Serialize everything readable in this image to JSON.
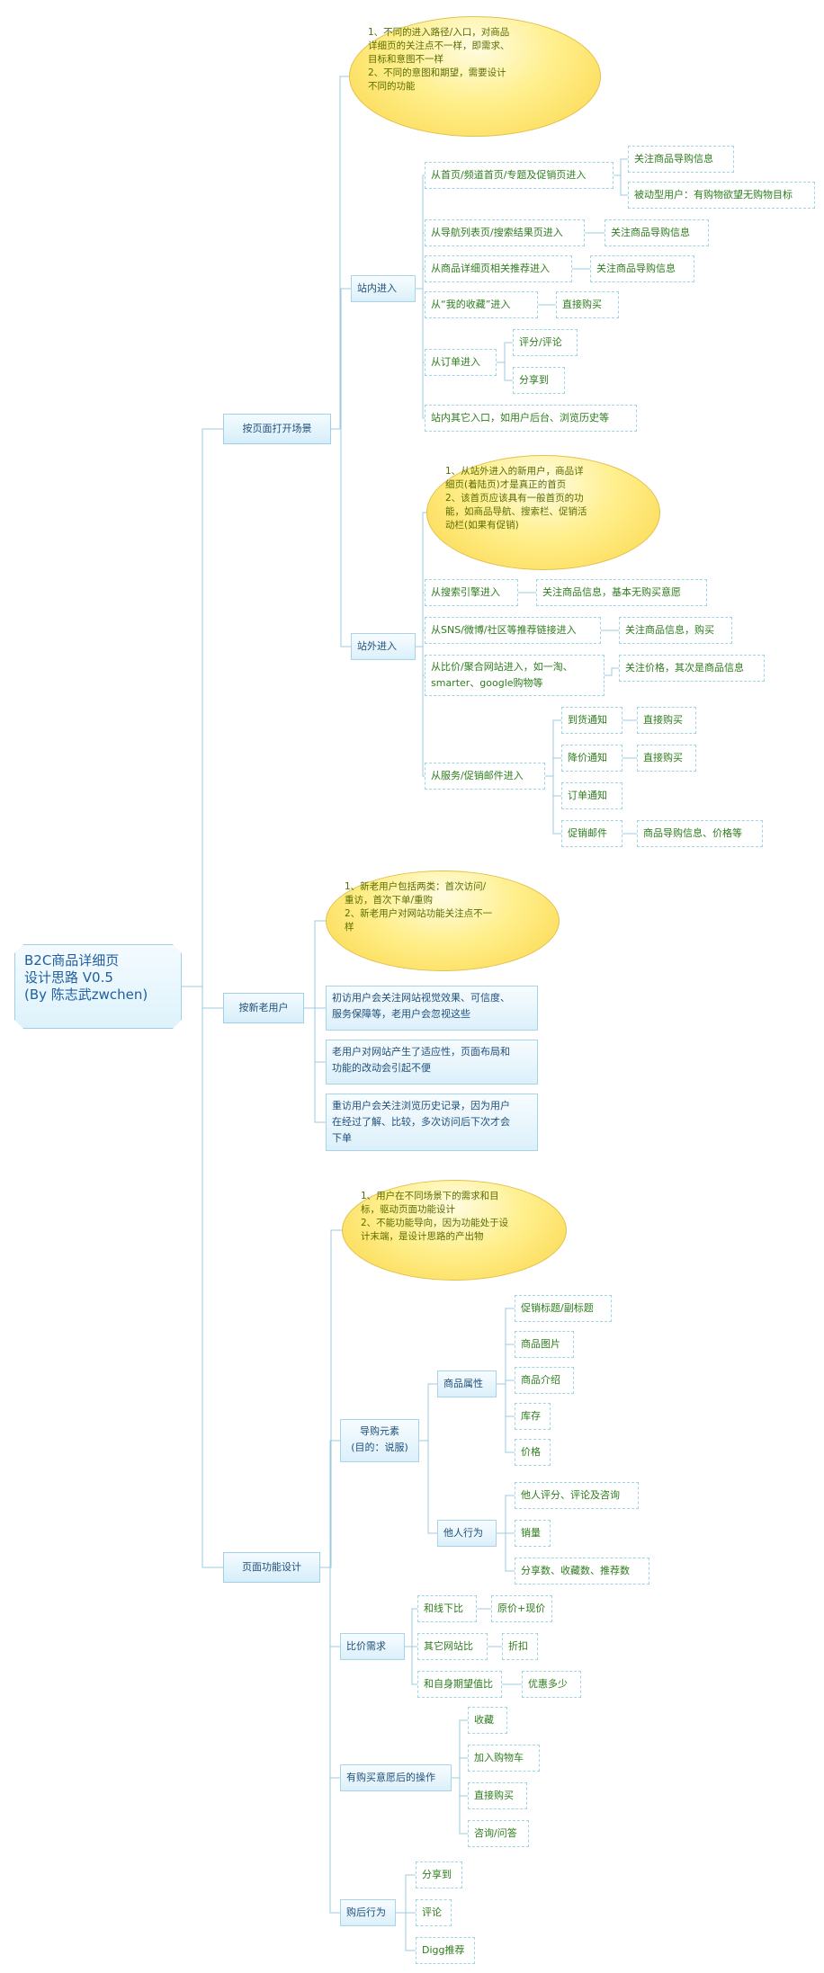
{
  "root": "B2C商品详细页\n设计思路 V0.5\n(By 陈志武zwchen)",
  "branch_open": "按页面打开场景",
  "note_open": "1、不同的进入路径/入口，对商品\n详细页的关注点不一样，即需求、\n目标和意图不一样\n2、不同的意图和期望，需要设计\n不同的功能",
  "onsite": "站内进入",
  "onsite_home": "从首页/频道首页/专题及促销页进入",
  "onsite_home_a": "关注商品导购信息",
  "onsite_home_b": "被动型用户：有购物欲望无购物目标",
  "onsite_list": "从导航列表页/搜索结果页进入",
  "onsite_list_a": "关注商品导购信息",
  "onsite_detail": "从商品详细页相关推荐进入",
  "onsite_detail_a": "关注商品导购信息",
  "onsite_fav": "从“我的收藏”进入",
  "onsite_fav_a": "直接购买",
  "onsite_order": "从订单进入",
  "onsite_order_a": "评分/评论",
  "onsite_order_b": "分享到",
  "onsite_other": "站内其它入口，如用户后台、浏览历史等",
  "offsite": "站外进入",
  "note_offsite": "1、从站外进入的新用户，商品详\n细页(着陆页)才是真正的首页\n2、该首页应该具有一般首页的功\n能，如商品导航、搜索栏、促销活\n动栏(如果有促销)",
  "off_search": "从搜索引擎进入",
  "off_search_a": "关注商品信息，基本无购买意愿",
  "off_sns": "从SNS/微博/社区等推荐链接进入",
  "off_sns_a": "关注商品信息，购买",
  "off_compare": "从比价/聚合网站进入，如一淘、\nsmarter、google购物等",
  "off_compare_a": "关注价格，其次是商品信息",
  "off_mail": "从服务/促销邮件进入",
  "mail_stock": "到货通知",
  "mail_stock_a": "直接购买",
  "mail_price": "降价通知",
  "mail_price_a": "直接购买",
  "mail_order": "订单通知",
  "mail_promo": "促销邮件",
  "mail_promo_a": "商品导购信息、价格等",
  "branch_users": "按新老用户",
  "note_users": "1、新老用户包括两类：首次访问/\n重访，首次下单/重购\n2、新老用户对网站功能关注点不一\n样",
  "users_a": "初访用户会关注网站视觉效果、可信度、\n服务保障等，老用户会忽视这些",
  "users_b": "老用户对网站产生了适应性，页面布局和\n功能的改动会引起不便",
  "users_c": "重访用户会关注浏览历史记录，因为用户\n在经过了解、比较，多次访问后下次才会\n下单",
  "branch_func": "页面功能设计",
  "note_func": "1、用户在不同场景下的需求和目\n标，驱动页面功能设计\n2、不能功能导向，因为功能处于设\n计末端，是设计思路的产出物",
  "guide": "导购元素\n(目的：说服)",
  "attr": "商品属性",
  "attr_1": "促销标题/副标题",
  "attr_2": "商品图片",
  "attr_3": "商品介绍",
  "attr_4": "库存",
  "attr_5": "价格",
  "others": "他人行为",
  "others_1": "他人评分、评论及咨询",
  "others_2": "销量",
  "others_3": "分享数、收藏数、推荐数",
  "compare": "比价需求",
  "cmp_1": "和线下比",
  "cmp_1a": "原价+现价",
  "cmp_2": "其它网站比",
  "cmp_2a": "折扣",
  "cmp_3": "和自身期望值比",
  "cmp_3a": "优惠多少",
  "buyops": "有购买意愿后的操作",
  "buy_1": "收藏",
  "buy_2": "加入购物车",
  "buy_3": "直接购买",
  "buy_4": "咨询/问答",
  "after": "购后行为",
  "after_1": "分享到",
  "after_2": "评论",
  "after_3": "Digg推荐",
  "colors": {
    "connector": "#9cc9dc",
    "leaf_text": "#2e7d1e",
    "topic_text": "#1f4f7a",
    "note_fill": "#fbd64a"
  }
}
